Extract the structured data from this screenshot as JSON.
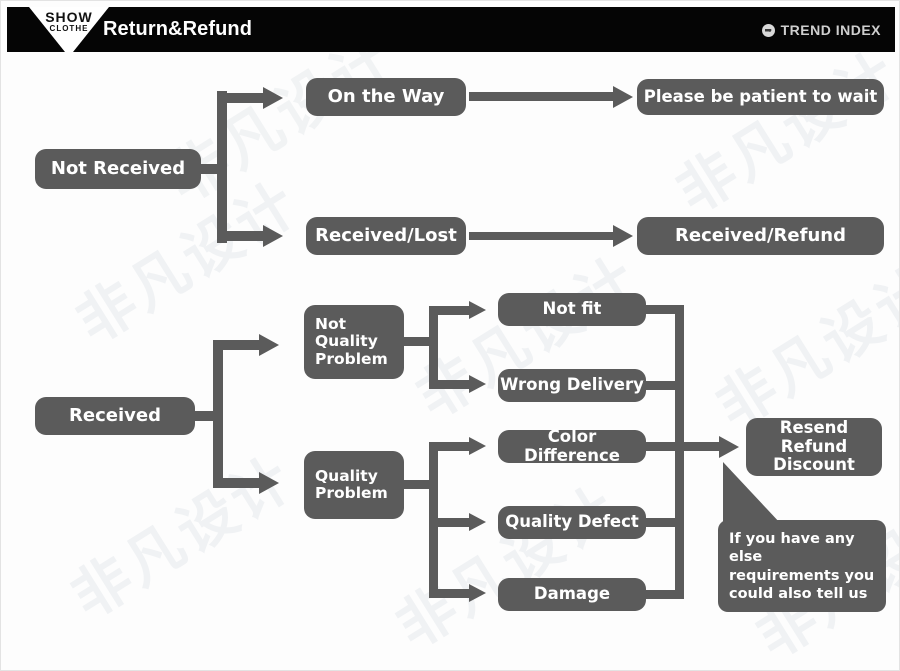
{
  "header": {
    "logo": {
      "line1": "SHOW",
      "line2": "CLOTHE",
      "icon": "triangle-logo"
    },
    "title": "Return&Refund",
    "brand": {
      "text": "TREND INDEX",
      "icon": "circle-arrow-icon"
    },
    "background": "#050505",
    "text_color": "#ffffff"
  },
  "theme": {
    "node_fill": "#5b5b5b",
    "node_text": "#ffffff",
    "page_background": "#ffffff",
    "watermark_color": "#f0f2f4"
  },
  "watermark": {
    "text": "非凡设计"
  },
  "flow_top": {
    "root": {
      "label": "Not Received"
    },
    "branches": [
      {
        "label": "On the Way",
        "result": "Please be patient to wait"
      },
      {
        "label": "Received/Lost",
        "result": "Received/Refund"
      }
    ]
  },
  "flow_bottom": {
    "root": {
      "label": "Received"
    },
    "groups": [
      {
        "label": "Not\nQuality\nProblem",
        "line1": "Not",
        "line2": "Quality",
        "line3": "Problem",
        "reasons": [
          "Not fit",
          "Wrong Delivery"
        ]
      },
      {
        "label": "Quality\nProblem",
        "line1": "Quality",
        "line2": "Problem",
        "reasons": [
          "Color Difference",
          "Quality Defect",
          "Damage"
        ]
      }
    ],
    "reason_nodes": [
      "Not fit",
      "Wrong Delivery",
      "Color Difference",
      "Quality Defect",
      "Damage"
    ],
    "outcome": {
      "line1": "Resend",
      "line2": "Refund",
      "line3": "Discount"
    },
    "callout": {
      "text": "If you have any else requirements you could also tell us"
    }
  }
}
